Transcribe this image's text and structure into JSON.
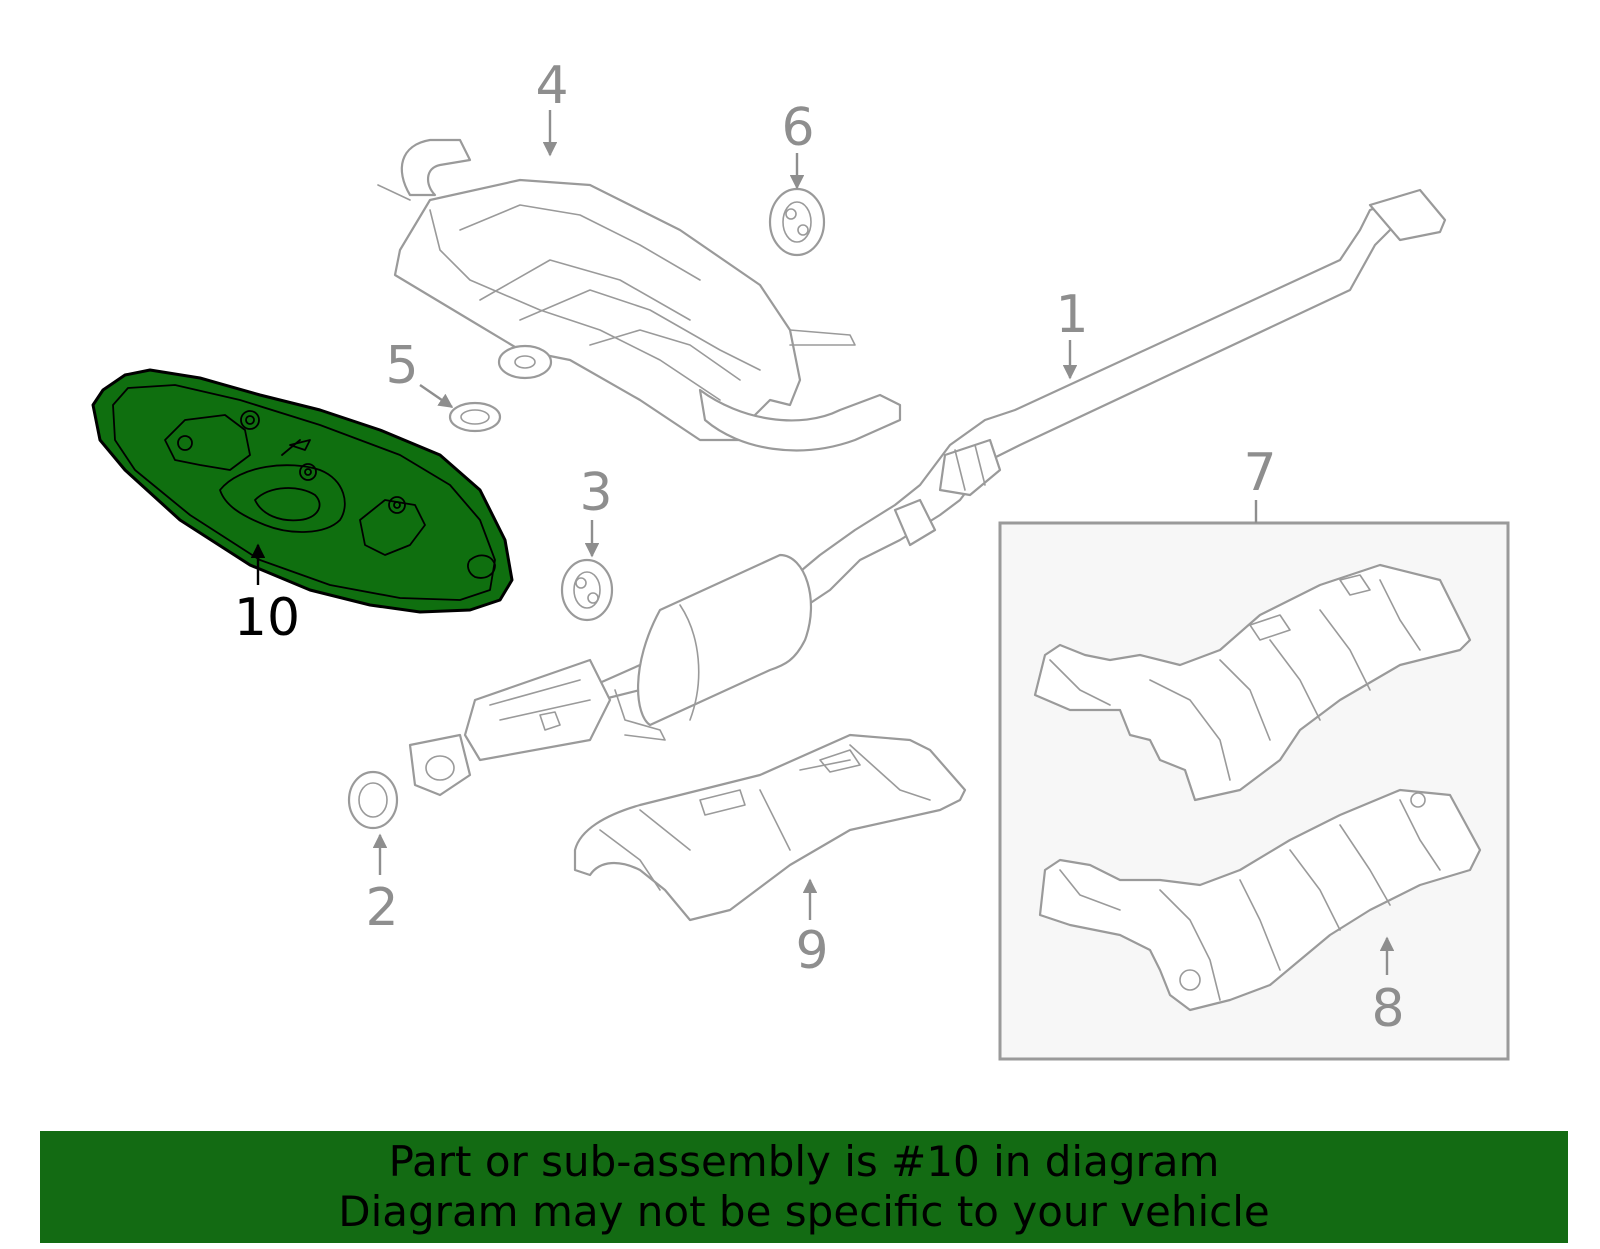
{
  "callouts": {
    "c1": "1",
    "c2": "2",
    "c3": "3",
    "c4": "4",
    "c5": "5",
    "c6": "6",
    "c7": "7",
    "c8": "8",
    "c9": "9",
    "c10": "10"
  },
  "highlighted_part": "10",
  "colors": {
    "highlight_fill": "#0f6f0f",
    "banner_background": "#136b13",
    "line_art": "#9a9a9a"
  },
  "banner": {
    "line1": "Part or sub-assembly is #10 in diagram",
    "line2": "Diagram may not be specific to your vehicle"
  }
}
